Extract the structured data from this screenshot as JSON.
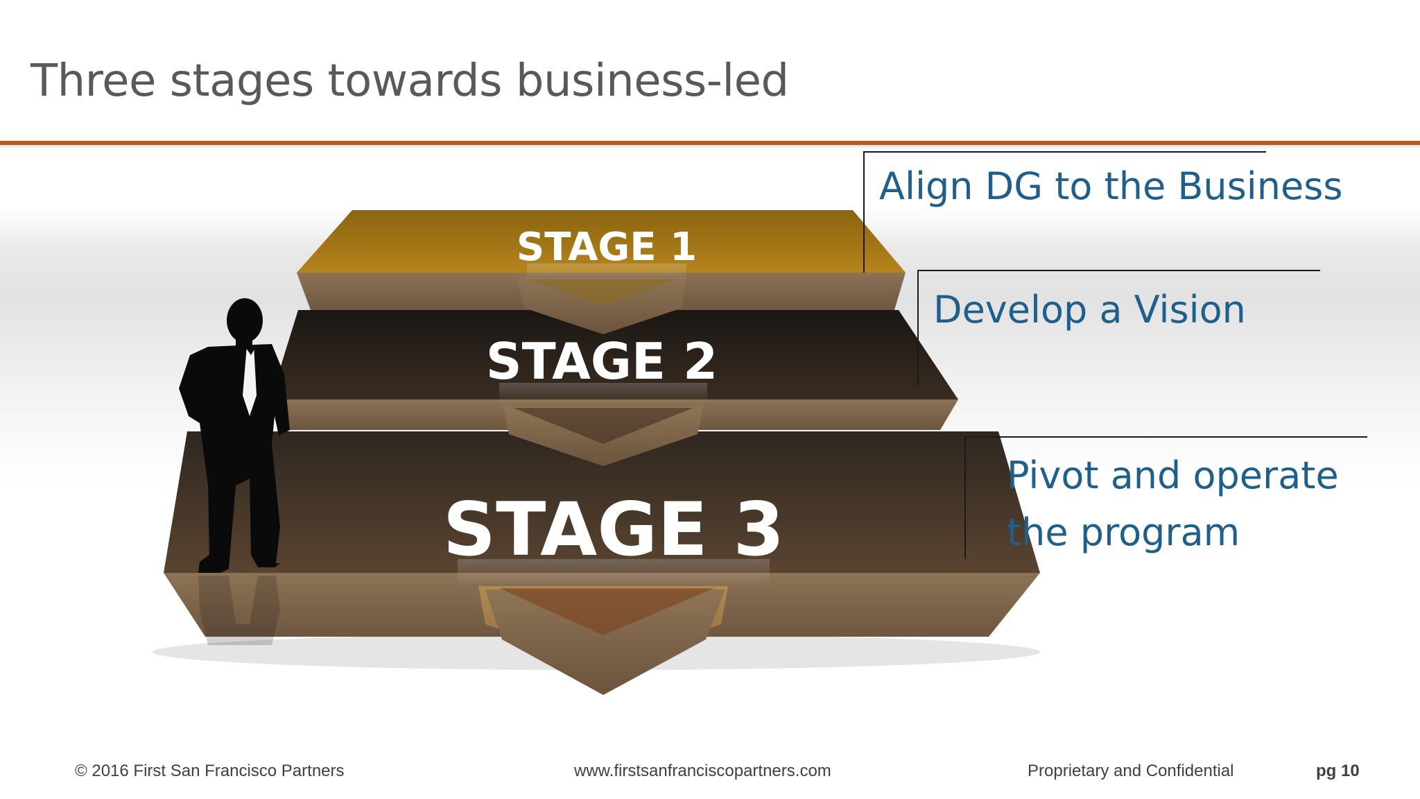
{
  "slide": {
    "title": "Three stages towards business-led",
    "accent_color": "#b85a1e"
  },
  "stages": [
    {
      "label": "STAGE 1",
      "callout": "Align DG to the Business"
    },
    {
      "label": "STAGE 2",
      "callout": "Develop a Vision"
    },
    {
      "label": "STAGE 3",
      "callout_line1": "Pivot and operate",
      "callout_line2": "the program"
    }
  ],
  "figure": {
    "icon": "businessman-silhouette-icon"
  },
  "footer": {
    "copyright": "© 2016 First San Francisco Partners",
    "website": "www.firstsanfranciscopartners.com",
    "confidential": "Proprietary and Confidential",
    "page": "pg 10"
  }
}
